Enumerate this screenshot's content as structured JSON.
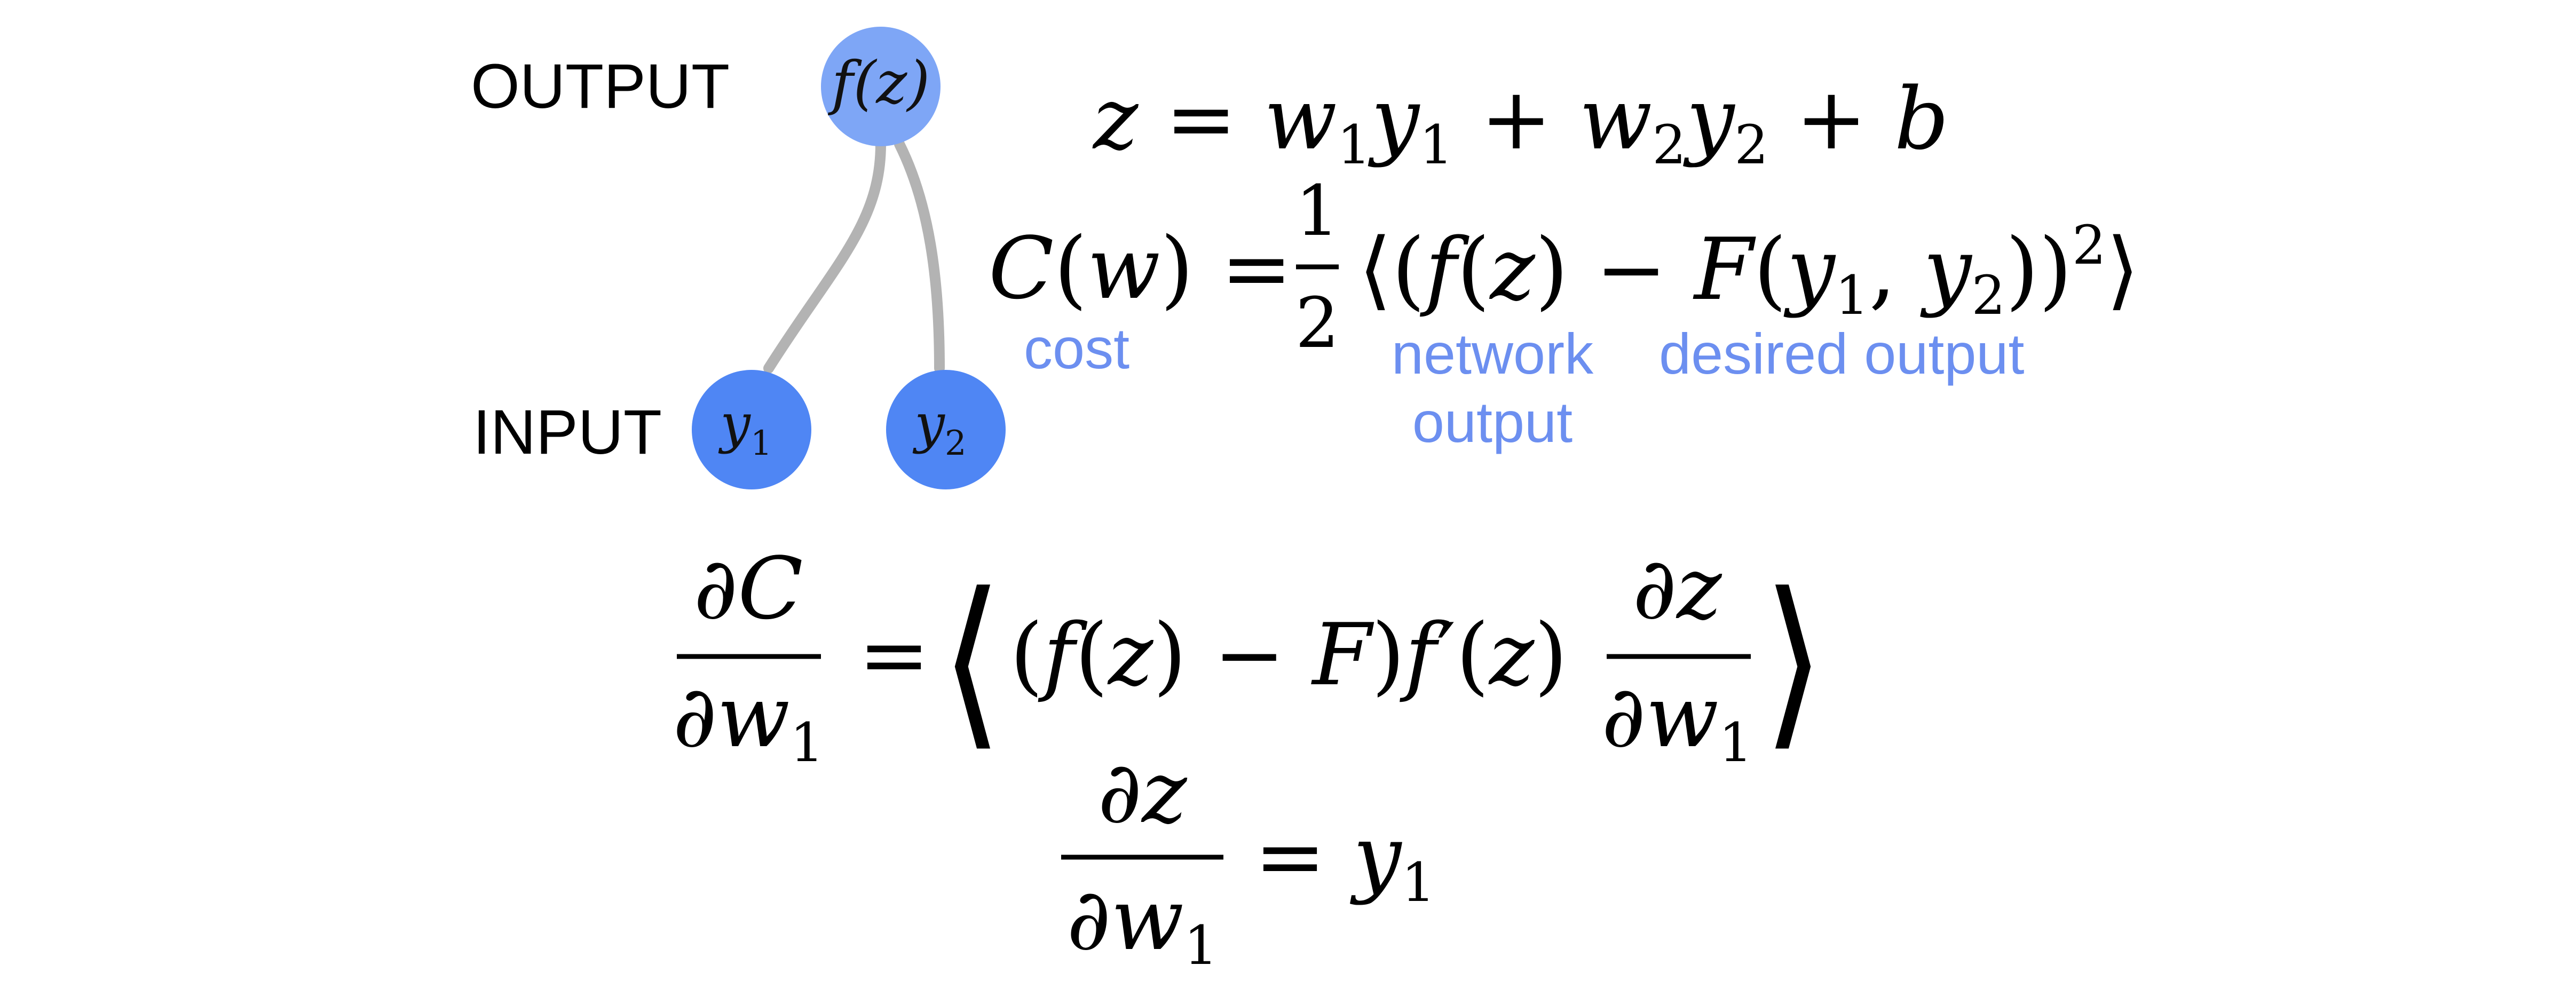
{
  "colors": {
    "output_node": "#7ea6f6",
    "input_node": "#4f86f4",
    "edge": "#b3b3b3",
    "annotation": "#6c8ff0"
  },
  "network": {
    "output_label": "OUTPUT",
    "input_label": "INPUT",
    "output_node": "f(z)",
    "input_node_1": "y1",
    "input_node_2": "y2"
  },
  "annotations": {
    "cost": "cost",
    "network_output_line1": "network",
    "network_output_line2": "output",
    "desired_output": "desired output"
  },
  "equations": {
    "z_def": "z = w1y1 + w2y2 + b",
    "cost_def": "C(w) = 1/2 ⟨(f(z) − F(y1,y2))²⟩",
    "gradient": "∂C/∂w1 = ⟨(f(z) − F) f′(z) ∂z/∂w1⟩",
    "dz_dw1": "∂z/∂w1 = y1"
  }
}
